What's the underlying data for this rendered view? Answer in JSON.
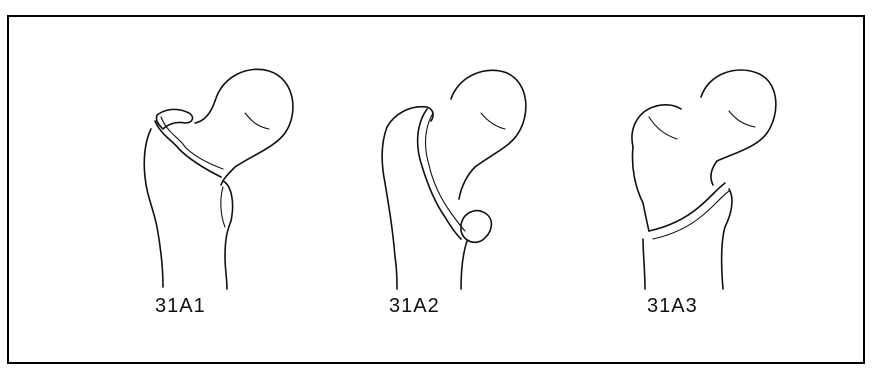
{
  "figure": {
    "panels": [
      {
        "id": "31A1",
        "label": "31A1"
      },
      {
        "id": "31A2",
        "label": "31A2"
      },
      {
        "id": "31A3",
        "label": "31A3"
      }
    ],
    "line_color": "#111111",
    "border_color": "#000000"
  }
}
